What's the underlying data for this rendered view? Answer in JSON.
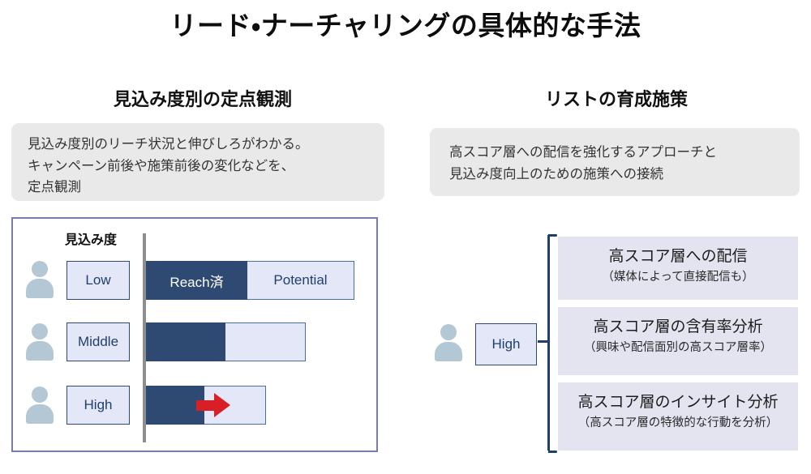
{
  "title": "リード・ナーチャリングの具体的な手法",
  "columns": {
    "left": {
      "heading": "見込み度別の定点観測",
      "description": [
        "見込み度別のリーチ状況と伸びしろがわかる。",
        "キャンペーン前後や施策前後の変化などを、",
        "定点観測"
      ]
    },
    "right": {
      "heading": "リストの育成施策",
      "description": [
        "高スコア層への配信を強化するアプローチと",
        "見込み度向上のための施策への接続"
      ]
    }
  },
  "chart_data": {
    "type": "bar",
    "orientation": "horizontal",
    "stacked": true,
    "axis_title": "見込み度",
    "categories": [
      "Low",
      "Middle",
      "High"
    ],
    "series": [
      {
        "name": "Reach済",
        "color": "#2e4a73",
        "values": [
          125,
          98,
          72
        ]
      },
      {
        "name": "Potential",
        "color": "#e4e7f7",
        "values": [
          132,
          99,
          76
        ]
      }
    ],
    "legend_on_first_bar": true,
    "annotation": {
      "name": "growth-arrow",
      "color": "#d81f26",
      "on_category": "High",
      "meaning": "伸びしろ"
    },
    "grid": false,
    "legend": "inline"
  },
  "right_panel": {
    "tier_chip": "High",
    "actions": [
      {
        "title": "高スコア層への配信",
        "sub": "（媒体によって直接配信も）"
      },
      {
        "title": "高スコア層の含有率分析",
        "sub": "（興味や配信面別の高スコア層率）"
      },
      {
        "title": "高スコア層のインサイト分析",
        "sub": "（高スコア層の特徴的な行動を分析）"
      }
    ]
  },
  "colors": {
    "navy": "#2e4a73",
    "light_blue": "#e4e7f7",
    "panel_border": "#7b7bab",
    "gray_box": "#e9e9e9",
    "lavender_box": "#e4e4f1",
    "accent_red": "#d81f26",
    "person_icon": "#b3c8d4",
    "axis_gray": "#8e8e8e"
  }
}
